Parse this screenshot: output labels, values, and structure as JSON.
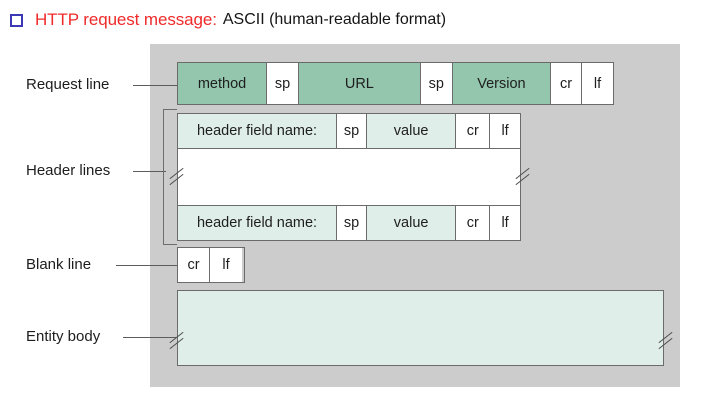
{
  "title": {
    "bullet_icon": "square-bullet-icon",
    "red_text": "HTTP request message:",
    "black_text": "ASCII (human-readable format)",
    "red_color": "#ef2a2a",
    "bullet_color": "#3b37b5"
  },
  "diagram": {
    "panel_color": "#cccccc",
    "dark_cell_color": "#93c6ad",
    "light_cell_color": "#dfeee8",
    "border_color": "#6b6b6b",
    "labels": [
      {
        "id": "request-line",
        "text": "Request line"
      },
      {
        "id": "header-lines",
        "text": "Header lines"
      },
      {
        "id": "blank-line",
        "text": "Blank line"
      },
      {
        "id": "entity-body",
        "text": "Entity body"
      }
    ],
    "request_line": {
      "cells": [
        {
          "name": "method",
          "label": "method",
          "fill": "dark"
        },
        {
          "name": "sp1",
          "label": "sp",
          "fill": "white"
        },
        {
          "name": "url",
          "label": "URL",
          "fill": "dark"
        },
        {
          "name": "sp2",
          "label": "sp",
          "fill": "white"
        },
        {
          "name": "version",
          "label": "Version",
          "fill": "dark"
        },
        {
          "name": "cr",
          "label": "cr",
          "fill": "white"
        },
        {
          "name": "lf",
          "label": "lf",
          "fill": "white"
        }
      ]
    },
    "header_line_1": {
      "cells": [
        {
          "name": "field-name",
          "label": "header field name:",
          "fill": "light"
        },
        {
          "name": "sp",
          "label": "sp",
          "fill": "white"
        },
        {
          "name": "value",
          "label": "value",
          "fill": "light"
        },
        {
          "name": "cr",
          "label": "cr",
          "fill": "white"
        },
        {
          "name": "lf",
          "label": "lf",
          "fill": "white"
        }
      ]
    },
    "header_line_2": {
      "cells": [
        {
          "name": "field-name",
          "label": "header field name:",
          "fill": "light"
        },
        {
          "name": "sp",
          "label": "sp",
          "fill": "white"
        },
        {
          "name": "value",
          "label": "value",
          "fill": "light"
        },
        {
          "name": "cr",
          "label": "cr",
          "fill": "white"
        },
        {
          "name": "lf",
          "label": "lf",
          "fill": "white"
        }
      ]
    },
    "header_gap": {
      "label": "",
      "break_marks": [
        "left",
        "right"
      ]
    },
    "blank_line": {
      "cells": [
        {
          "name": "cr",
          "label": "cr",
          "fill": "white"
        },
        {
          "name": "lf",
          "label": "lf",
          "fill": "white"
        }
      ]
    },
    "entity_body": {
      "label": "",
      "break_marks": [
        "left",
        "right"
      ]
    }
  }
}
